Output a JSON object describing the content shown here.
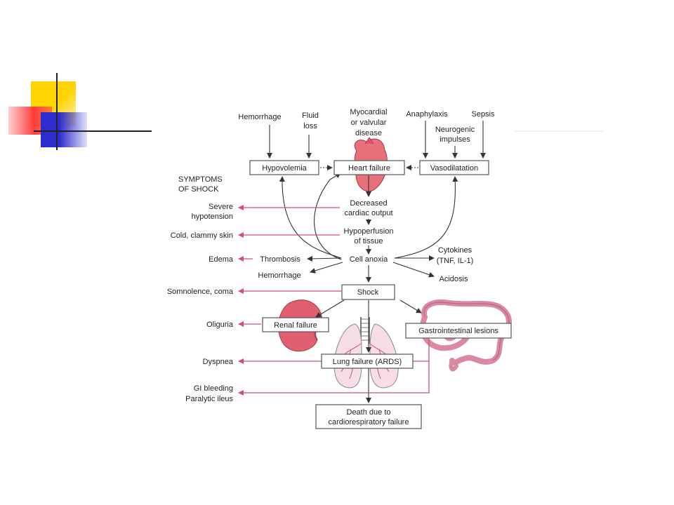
{
  "diagram": {
    "causes": {
      "hemorrhage": "Hemorrhage",
      "fluid_loss_1": "Fluid",
      "fluid_loss_2": "loss",
      "myocardial_1": "Myocardial",
      "myocardial_2": "or valvular",
      "myocardial_3": "disease",
      "anaphylaxis": "Anaphylaxis",
      "sepsis": "Sepsis",
      "neurogenic_1": "Neurogenic",
      "neurogenic_2": "impulses"
    },
    "boxes": {
      "hypovolemia": "Hypovolemia",
      "heart_failure": "Heart failure",
      "vasodilatation": "Vasodilatation",
      "shock": "Shock",
      "renal_failure": "Renal failure",
      "gi_lesions": "Gastrointestinal lesions",
      "lung_failure": "Lung failure (ARDS)",
      "death_1": "Death due to",
      "death_2": "cardiorespiratory failure"
    },
    "flow": {
      "decreased_1": "Decreased",
      "decreased_2": "cardiac output",
      "hypoperfusion_1": "Hypoperfusion",
      "hypoperfusion_2": "of tissue",
      "cell_anoxia": "Cell anoxia",
      "thrombosis": "Thrombosis",
      "hemorrhage2": "Hemorrhage",
      "cytokines_1": "Cytokines",
      "cytokines_2": "(TNF, IL-1)",
      "acidosis": "Acidosis"
    },
    "symptoms": {
      "header_1": "SYMPTOMS",
      "header_2": "OF SHOCK",
      "severe_1": "Severe",
      "severe_2": "hypotension",
      "cold": "Cold, clammy skin",
      "edema": "Edema",
      "somnolence": "Somnolence, coma",
      "oliguria": "Oliguria",
      "dyspnea": "Dyspnea",
      "gi_bleeding": "GI bleeding",
      "paralytic": "Paralytic ileus"
    }
  },
  "colors": {
    "accent_yellow": "#ffd400",
    "accent_red": "#ff3b3b",
    "accent_blue": "#2c2cd0",
    "symptom_line": "#d0506e",
    "organ_fill": "#e8707a"
  }
}
